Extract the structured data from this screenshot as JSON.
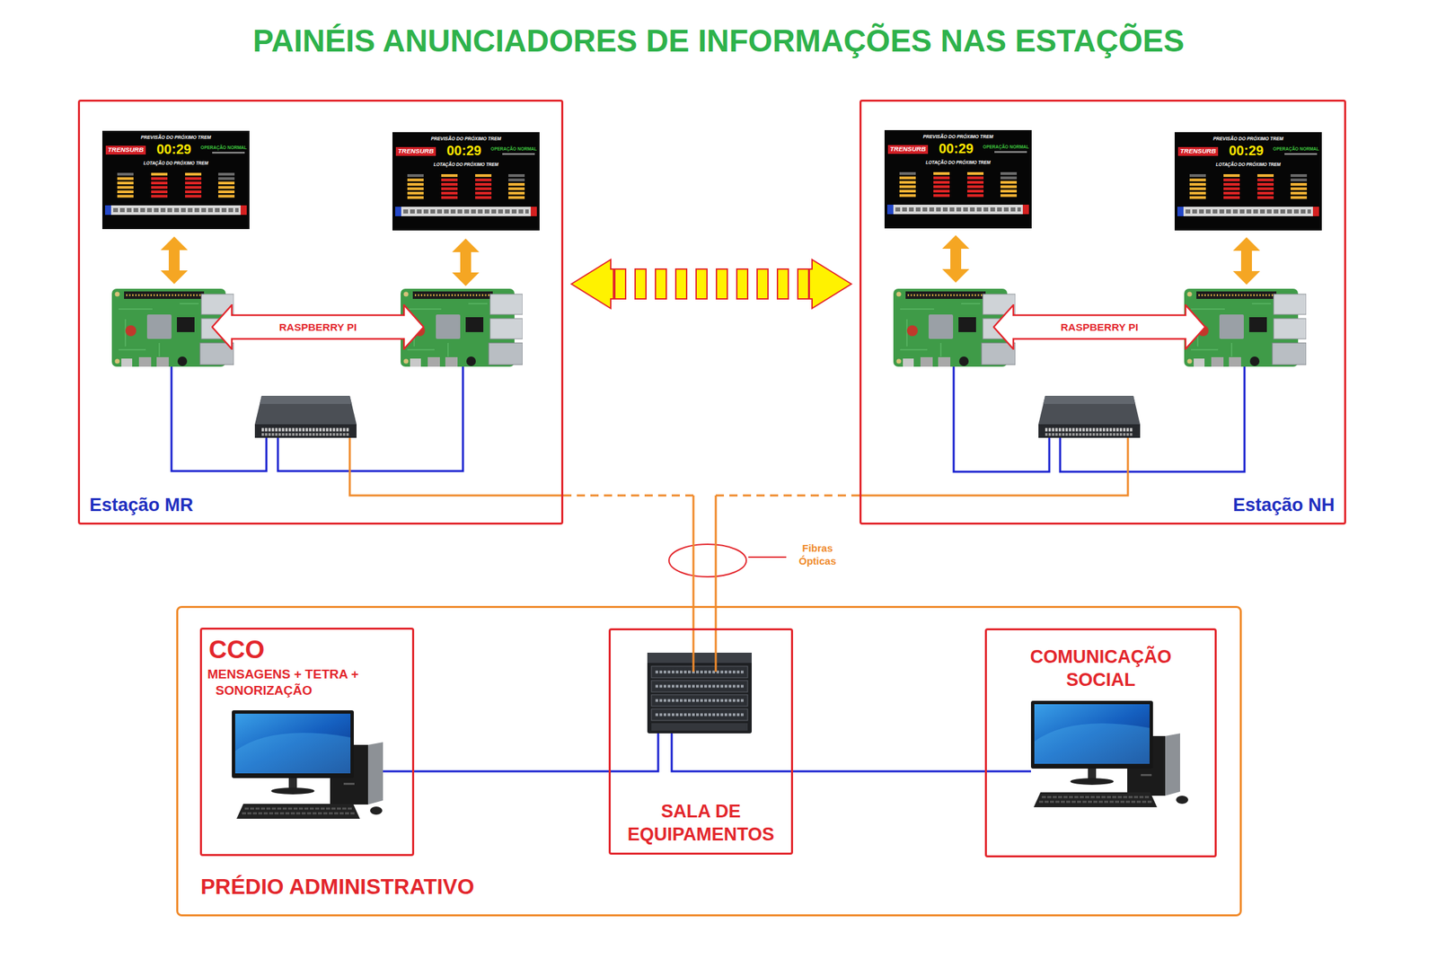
{
  "diagram": {
    "title": "PAINÉIS ANUNCIADORES DE INFORMAÇÕES NAS ESTAÇÕES",
    "nodes": [
      {
        "text": [
          "Estação MR"
        ]
      },
      {
        "text": [
          "PREVISÃO DO PRÓXIMO TREM",
          "TRENSURB",
          "00:29",
          "OPERAÇÃO NORMAL",
          "LOTAÇÃO DO PRÓXIMO TREM"
        ],
        "in": 0
      },
      {
        "text": [
          "PREVISÃO DO PRÓXIMO TREM",
          "TRENSURB",
          "00:29",
          "OPERAÇÃO NORMAL",
          "LOTAÇÃO DO PRÓXIMO TREM"
        ],
        "in": 0
      },
      {
        "text": [
          "RASPBERRY PI"
        ],
        "in": 0
      },
      {
        "text": [
          "Estação NH"
        ]
      },
      {
        "text": [
          "PREVISÃO DO PRÓXIMO TREM",
          "TRENSURB",
          "00:29",
          "OPERAÇÃO NORMAL",
          "LOTAÇÃO DO PRÓXIMO TREM"
        ],
        "in": 4
      },
      {
        "text": [
          "PREVISÃO DO PRÓXIMO TREM",
          "TRENSURB",
          "00:29",
          "OPERAÇÃO NORMAL",
          "LOTAÇÃO DO PRÓXIMO TREM"
        ],
        "in": 4
      },
      {
        "text": [
          "RASPBERRY PI"
        ],
        "in": 4
      },
      {
        "text": [
          "PRÉDIO ADMINISTRATIVO"
        ]
      },
      {
        "text": [
          "CCO",
          "MENSAGENS + TETRA + SONORIZAÇÃO"
        ],
        "in": 8
      },
      {
        "text": [
          "SALA DE EQUIPAMENTOS"
        ],
        "in": 8
      },
      {
        "text": [
          "COMUNICAÇÃO SOCIAL"
        ],
        "in": 8
      }
    ],
    "edges": [
      {
        "from": 0,
        "to": 4,
        "arrow": "both"
      },
      {
        "from": 0,
        "to": 10,
        "arrow": "none"
      },
      {
        "from": 4,
        "to": 10,
        "arrow": "none"
      },
      {
        "from": 9,
        "to": 10,
        "arrow": "none"
      },
      {
        "from": 10,
        "to": 11,
        "arrow": "none"
      }
    ],
    "labels": [
      "Fibras Ópticas"
    ]
  }
}
